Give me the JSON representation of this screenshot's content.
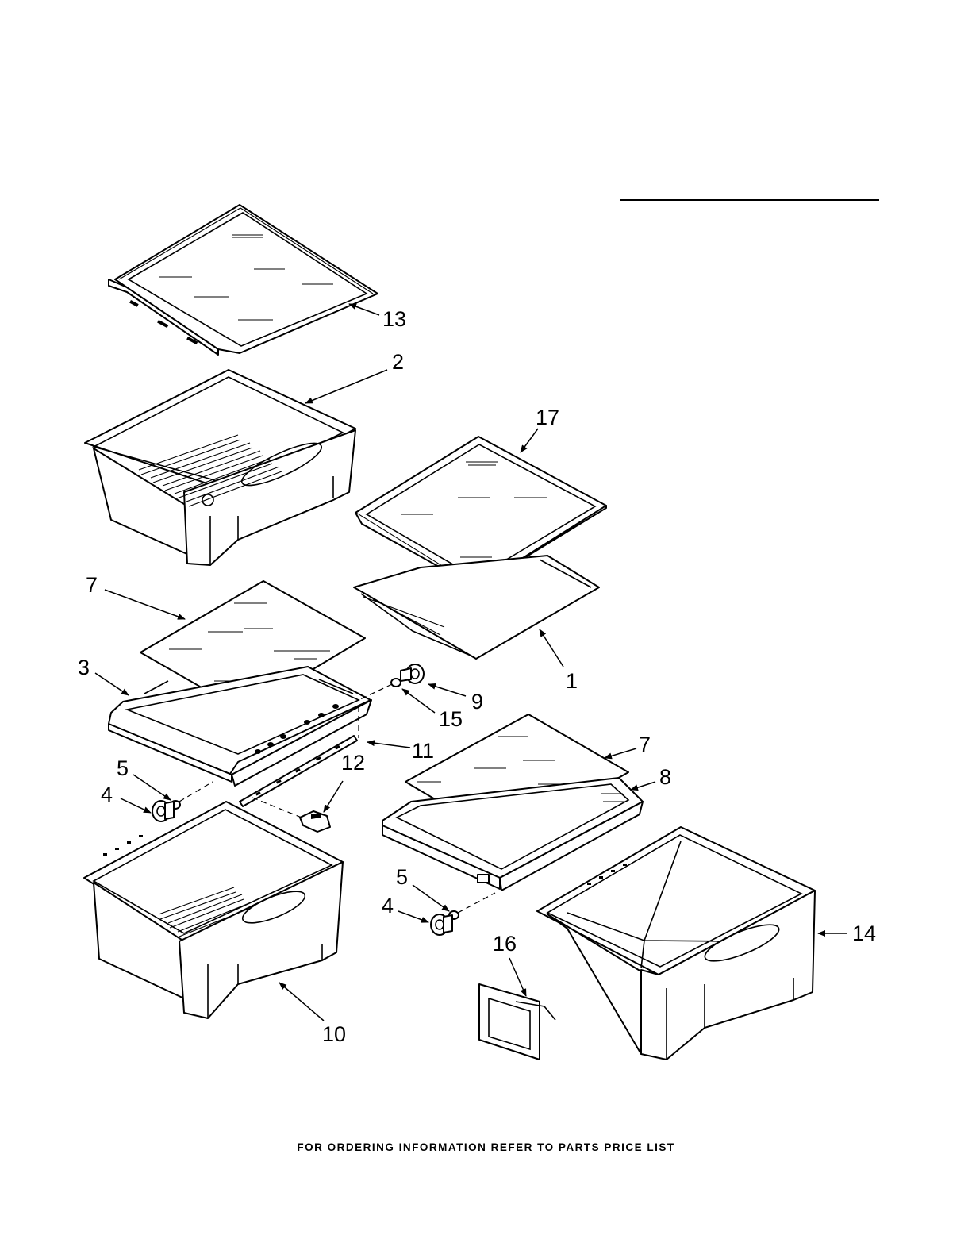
{
  "labels": {
    "crisper_cover_frame_top": "13",
    "crisper_drawer_upper": "2",
    "shelf_glass_right": "17",
    "shelf_frame_right": "1",
    "glass_insert_left": "7",
    "crisper_cover_frame_left": "3",
    "knob_9": "9",
    "screw_15": "15",
    "slide_11": "11",
    "clip_12": "12",
    "screw_5_left": "5",
    "roller_4_left": "4",
    "glass_insert_right": "7",
    "cover_frame_8": "8",
    "screw_5_right": "5",
    "roller_4_right": "4",
    "drawer_lower_left": "10",
    "label_16": "16",
    "drawer_lower_right": "14"
  },
  "footer": "FOR ORDERING INFORMATION REFER TO PARTS PRICE LIST"
}
